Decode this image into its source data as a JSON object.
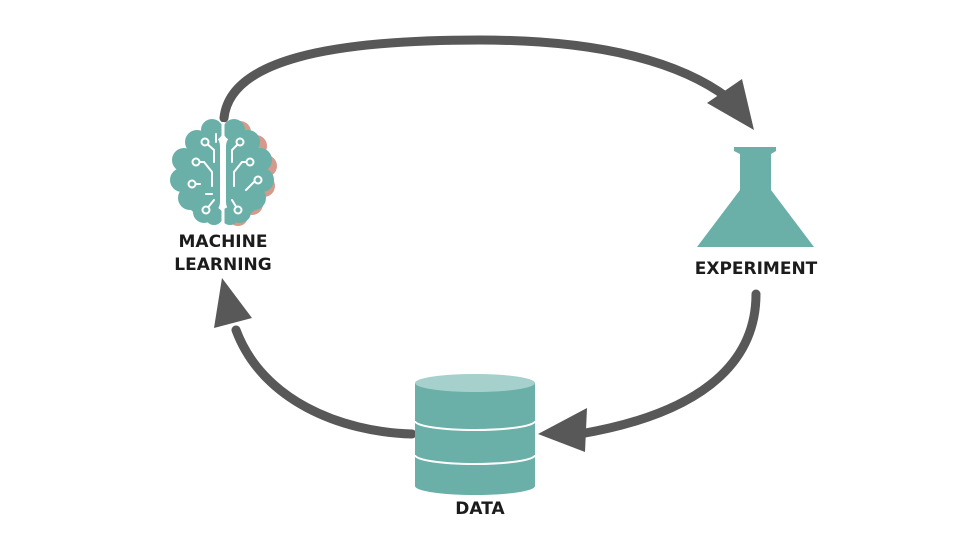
{
  "colors": {
    "arrow": "#585858",
    "node_fill": "#6aafa8",
    "brain_accent": "#d49a8c",
    "text": "#1c1c1c"
  },
  "nodes": [
    {
      "id": "machine-learning",
      "icon": "brain-circuit-icon",
      "label_lines": [
        "MACHINE",
        "LEARNING"
      ]
    },
    {
      "id": "experiment",
      "icon": "flask-icon",
      "label_lines": [
        "EXPERIMENT"
      ]
    },
    {
      "id": "data",
      "icon": "database-icon",
      "label_lines": [
        "DATA"
      ]
    }
  ],
  "edges": [
    {
      "from": "machine-learning",
      "to": "experiment"
    },
    {
      "from": "experiment",
      "to": "data"
    },
    {
      "from": "data",
      "to": "machine-learning"
    }
  ]
}
